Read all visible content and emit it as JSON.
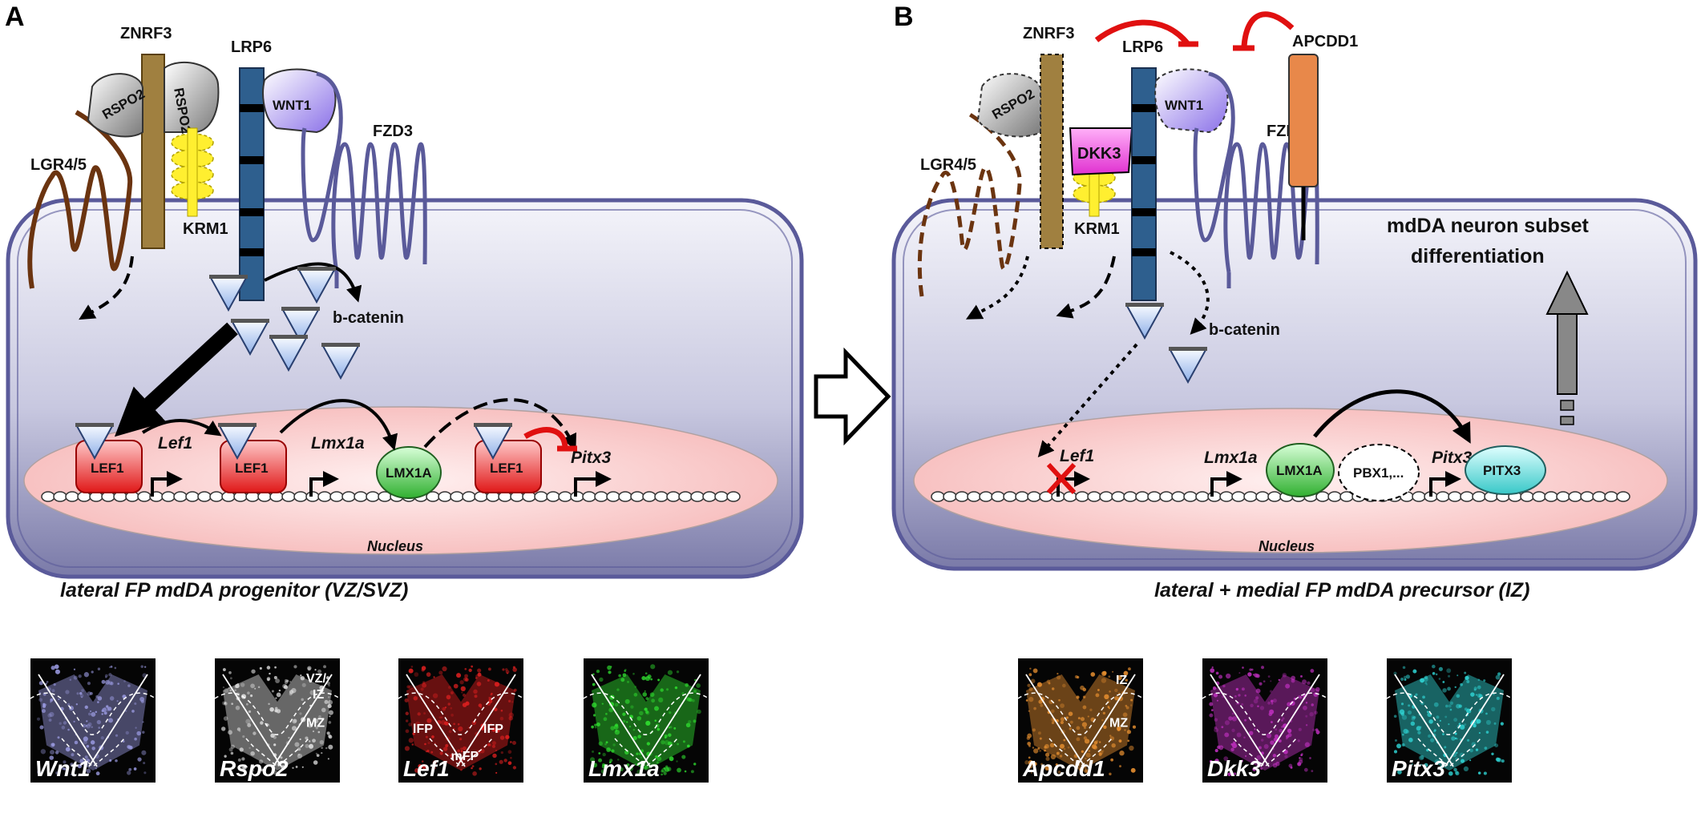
{
  "panel_a": {
    "letter": "A",
    "receptors": {
      "znrf3": "ZNRF3",
      "lrp6": "LRP6",
      "rspo2_left": "RSPO2",
      "rspo2_right": "RSPO2",
      "wnt1": "WNT1",
      "lgr": "LGR4/5",
      "fzd3": "FZD3",
      "krm1": "KRM1"
    },
    "bcatenin": "b-catenin",
    "genes": {
      "lef1": "Lef1",
      "lmx1a": "Lmx1a",
      "pitx3": "Pitx3"
    },
    "proteins": {
      "lef1_a": "LEF1",
      "lef1_b": "LEF1",
      "lmx1a": "LMX1A",
      "lef1_c": "LEF1"
    },
    "nucleus": "Nucleus",
    "caption": "lateral  FP mdDA progenitor      (VZ/SVZ)",
    "micrographs": [
      {
        "gene": "Wnt1",
        "color": "#9a9ae0",
        "zones": []
      },
      {
        "gene": "Rspo2",
        "color": "#e0e0e0",
        "zones": [
          "VZ/",
          "IZ",
          "MZ"
        ]
      },
      {
        "gene": "Lef1",
        "color": "#e02020",
        "zones": [
          "lFP",
          "lFP",
          "mFP"
        ]
      },
      {
        "gene": "Lmx1a",
        "color": "#30e030",
        "zones": []
      }
    ]
  },
  "panel_b": {
    "letter": "B",
    "receptors": {
      "znrf3": "ZNRF3",
      "lrp6": "LRP6",
      "apcdd1": "APCDD1",
      "rspo2": "RSPO2",
      "wnt1": "WNT1",
      "dkk3": "DKK3",
      "lgr": "LGR4/5",
      "fzd3": "FZD3",
      "krm1": "KRM1"
    },
    "bcatenin": "b-catenin",
    "outcome_line1": "mdDA neuron subset",
    "outcome_line2": "differentiation",
    "genes": {
      "lef1": "Lef1",
      "lmx1a": "Lmx1a",
      "pitx3": "Pitx3"
    },
    "proteins": {
      "lmx1a": "LMX1A",
      "pbx1": "PBX1,...",
      "pitx3": "PITX3"
    },
    "nucleus": "Nucleus",
    "caption": "lateral + medial FP mdDA precursor      (IZ)",
    "micrographs": [
      {
        "gene": "Apcdd1",
        "color": "#e89030",
        "zones": [
          "IZ",
          "MZ"
        ]
      },
      {
        "gene": "Dkk3",
        "color": "#c030c0",
        "zones": []
      },
      {
        "gene": "Pitx3",
        "color": "#30d8d8",
        "zones": []
      }
    ]
  },
  "colors": {
    "membrane": "#5a5a9a",
    "lrp6": "#2e5f8e",
    "znrf3": "#a08040",
    "lgr": "#6b3410",
    "inhibition": "#e01010",
    "apcdd1": "#e8884a",
    "dkk3": "#ee44dd",
    "lmx1a": "#40c040",
    "pitx3": "#40d0d0",
    "lef1": "#e02828"
  }
}
